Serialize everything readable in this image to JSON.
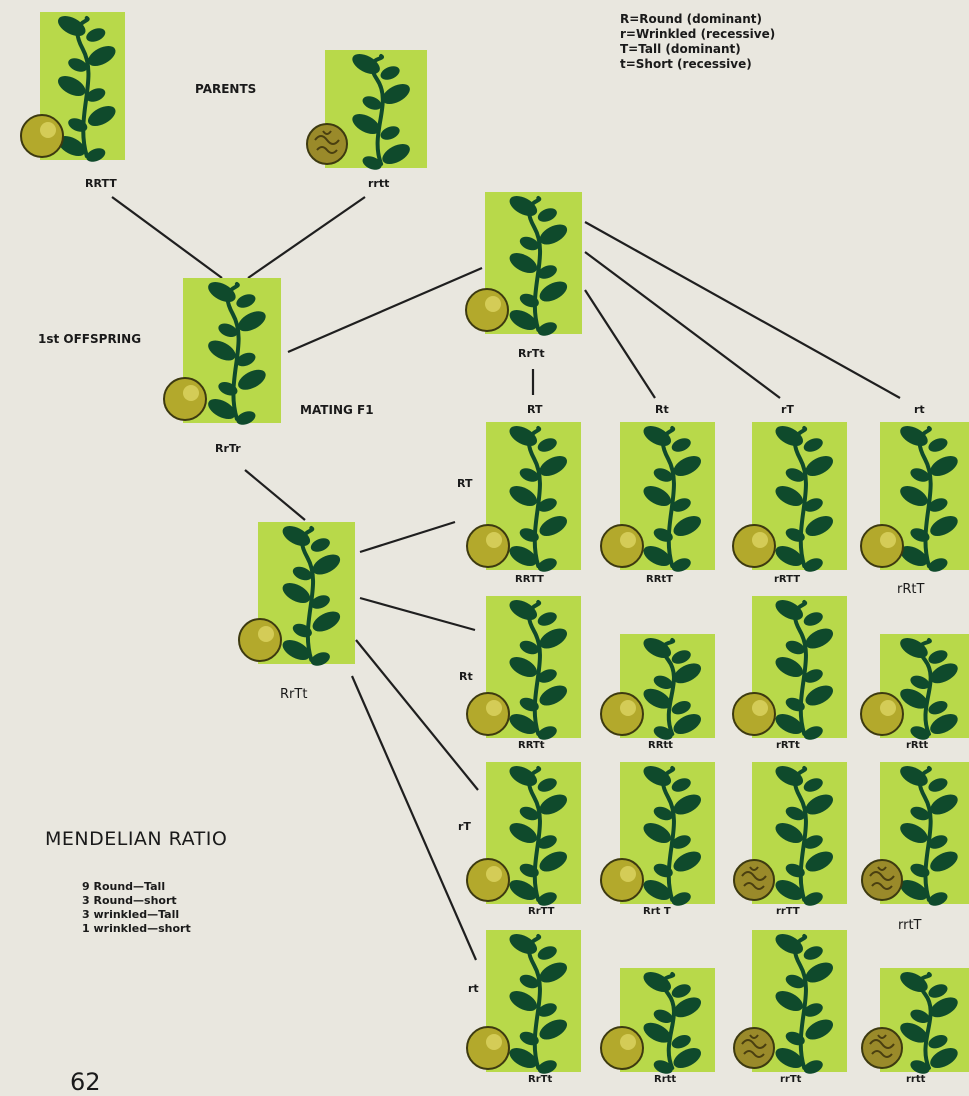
{
  "legend": [
    "R=Round (dominant)",
    "r=Wrinkled (recessive)",
    "T=Tall (dominant)",
    "t=Short (recessive)"
  ],
  "labels": {
    "parents": "PARENTS",
    "first_offspring": "1st OFFSPRING",
    "mating": "MATING F1"
  },
  "plants": {
    "parent1": "RRTT",
    "parent2": "rrtt",
    "f1": "RrTr",
    "f1_mate": "RrTt",
    "f1_gamete": "RrTt"
  },
  "gametes_top": [
    "RT",
    "Rt",
    "rT",
    "rt"
  ],
  "gametes_side": [
    "RT",
    "Rt",
    "rT",
    "rt"
  ],
  "grid": [
    [
      "RRTT",
      "RRtT",
      "rRTT",
      "rRtT"
    ],
    [
      "RRTt",
      "RRtt",
      "rRTt",
      "rRtt"
    ],
    [
      "RrTT",
      "Rrt T",
      "rrTT",
      "rrtT"
    ],
    [
      "RrTt",
      "Rrtt",
      "rrTt",
      "rrtt"
    ]
  ],
  "ratio": {
    "title": "MENDELIAN RATIO",
    "lines": [
      "9 Round—Tall",
      "3 Round—short",
      "3 wrinkled—Tall",
      "1 wrinkled—short"
    ]
  },
  "page_number": "62",
  "colors": {
    "panel": "#b8d94a",
    "leaf": "#0f4a2c",
    "pea_round": "#b3a92c",
    "pea_wrinkled": "#9a8a2a",
    "background": "#e9e7df"
  }
}
